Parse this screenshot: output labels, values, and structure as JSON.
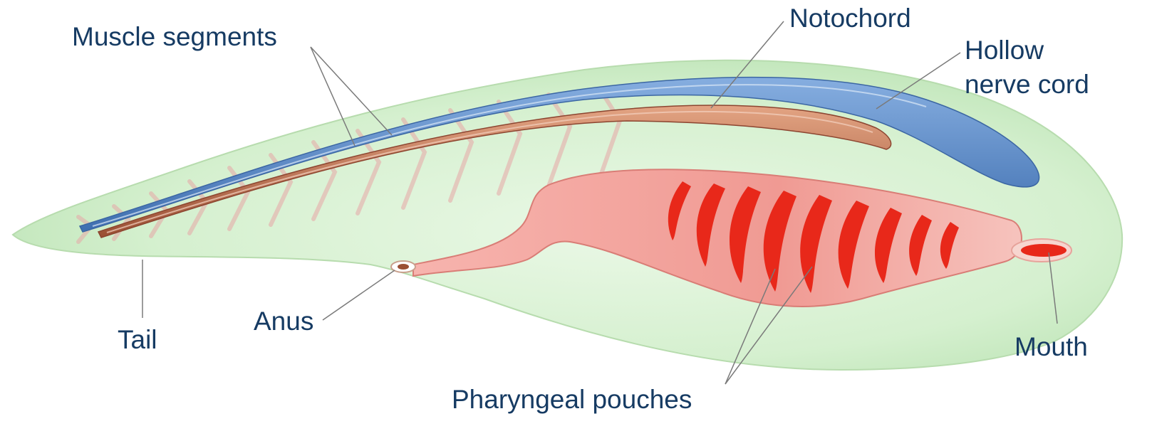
{
  "labels": {
    "muscle_segments": "Muscle segments",
    "notochord": "Notochord",
    "hollow_nerve_cord_line1": "Hollow",
    "hollow_nerve_cord_line2": "nerve cord",
    "tail": "Tail",
    "anus": "Anus",
    "mouth": "Mouth",
    "pharyngeal_pouches": "Pharyngeal pouches"
  },
  "colors": {
    "label_text": "#163b63",
    "body": "#cfeec9",
    "nerve_cord": "#5f8fcb",
    "notochord": "#b9694a",
    "pharynx": "#f2a5a0",
    "pouch_slits": "#e8281a",
    "leader_lines": "#7a7a7a"
  }
}
